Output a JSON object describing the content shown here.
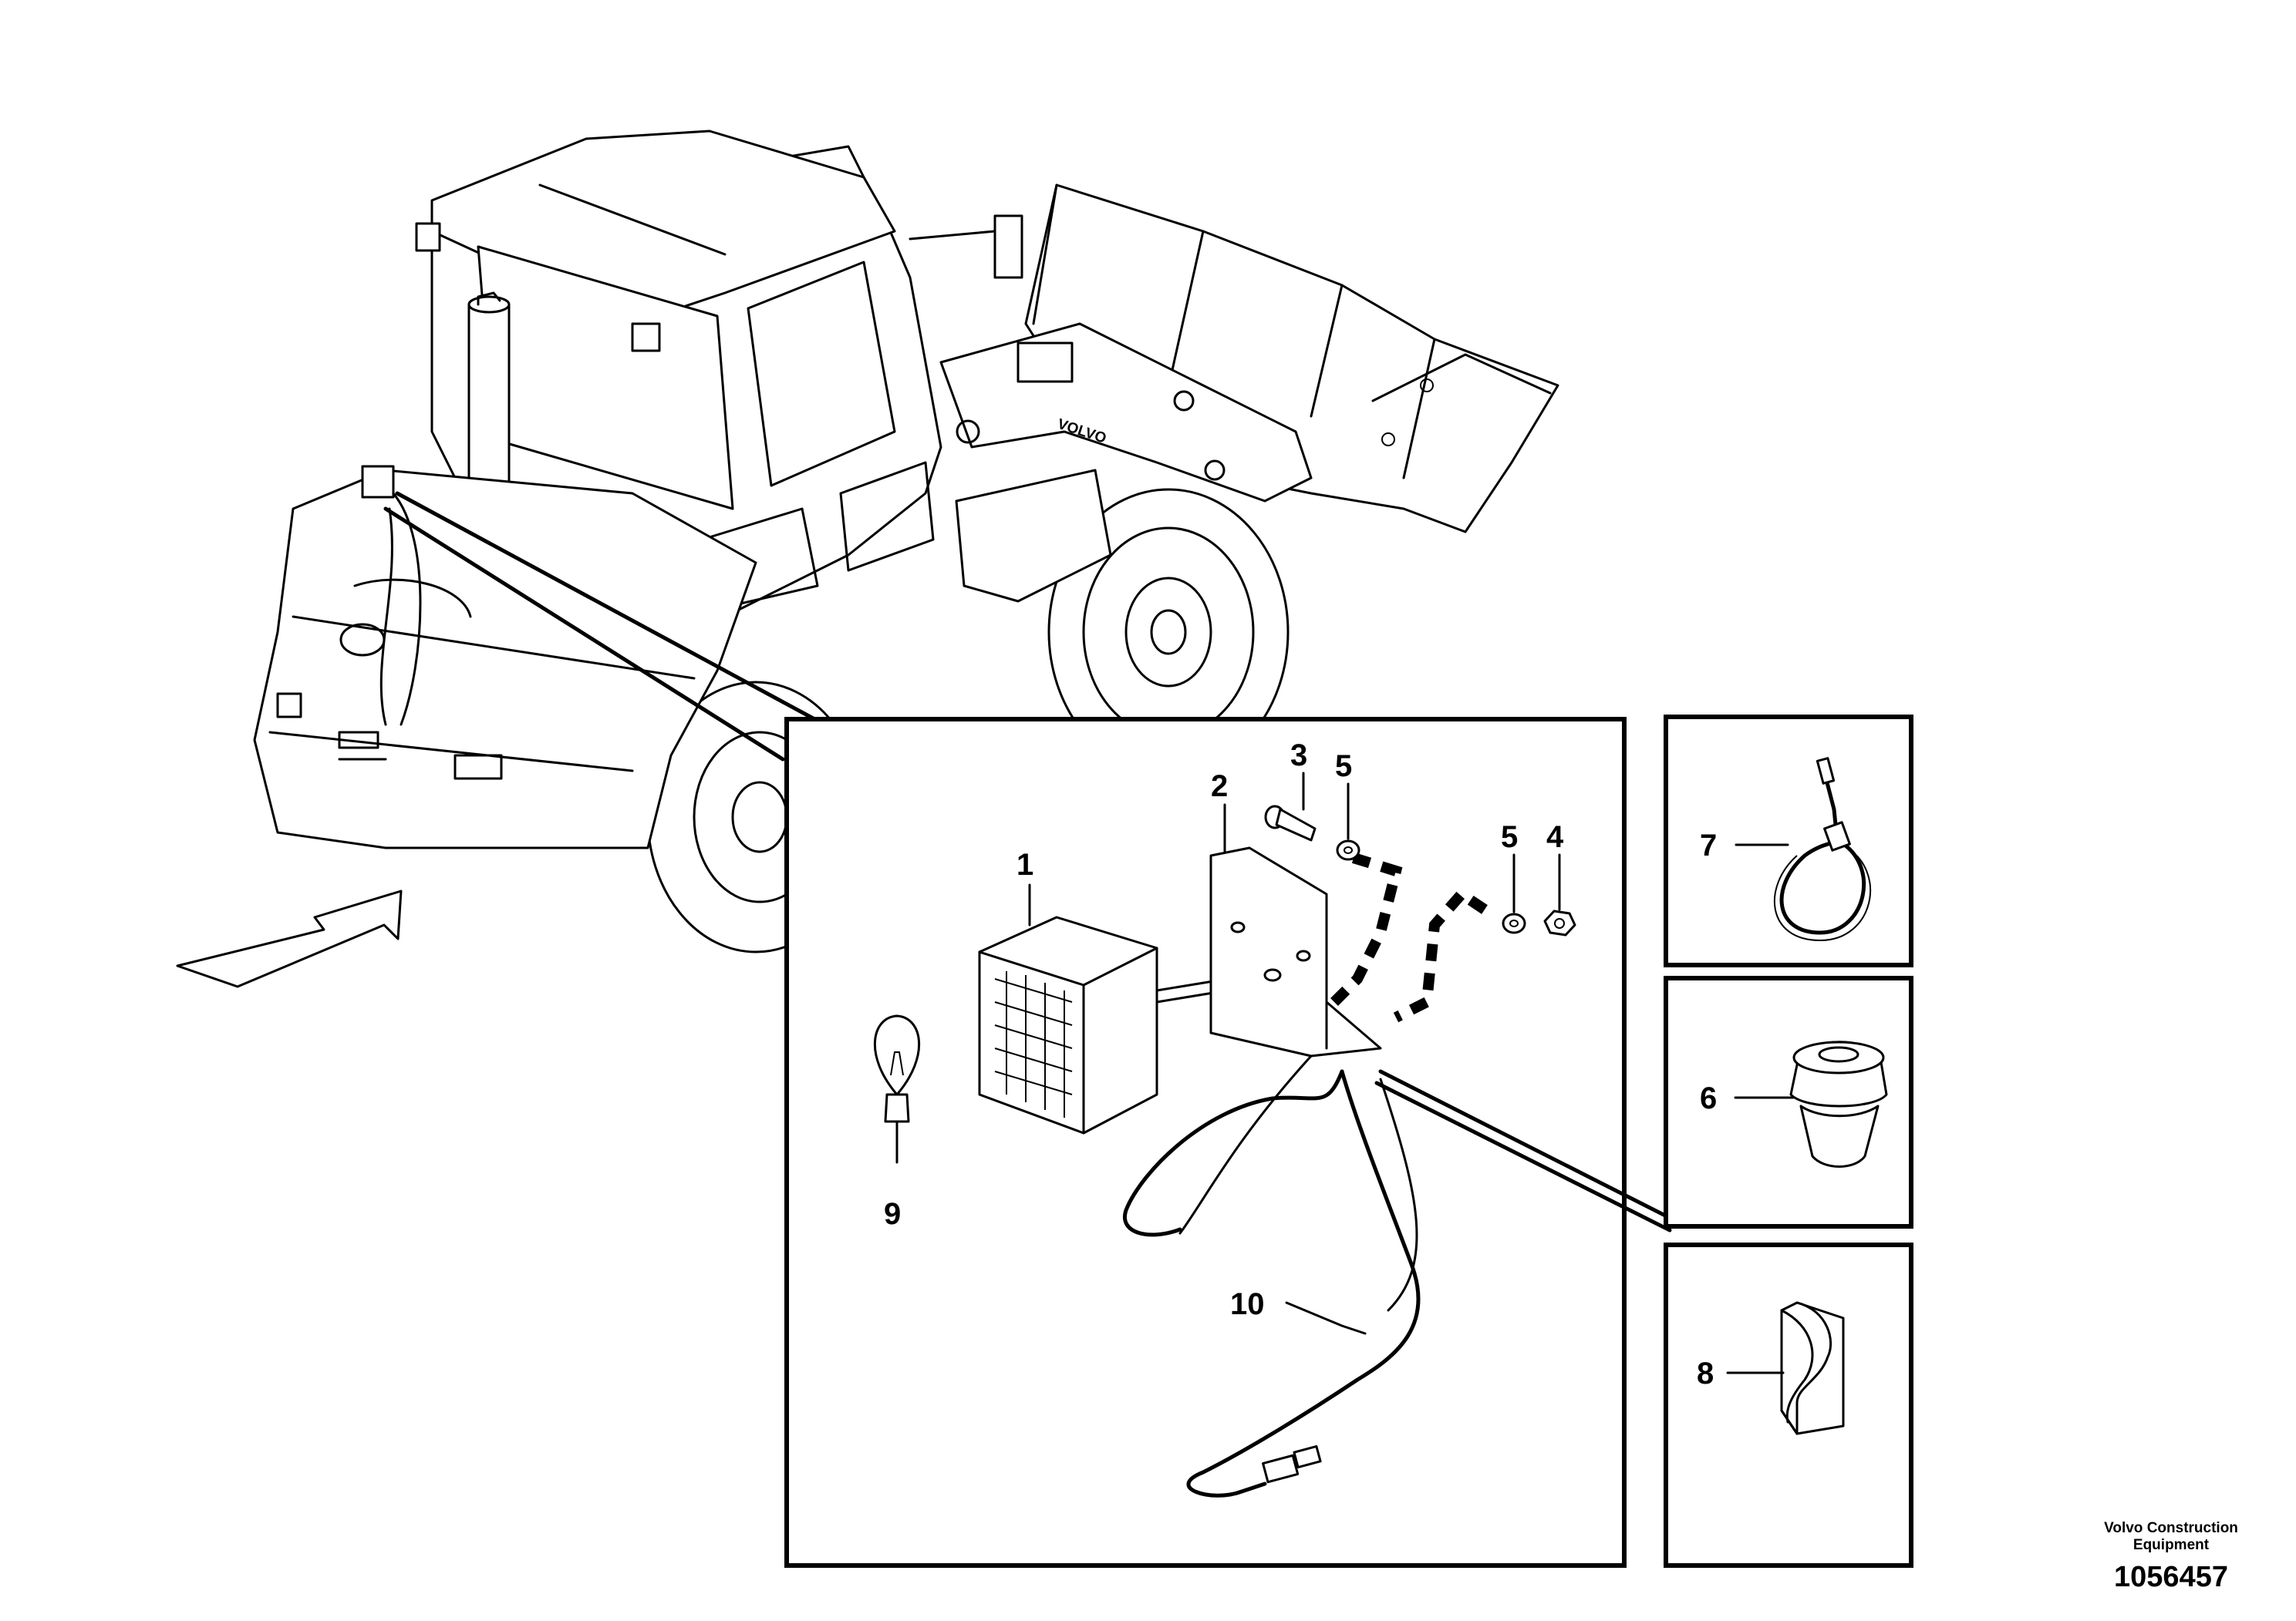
{
  "callouts": {
    "c1": "1",
    "c2": "2",
    "c3": "3",
    "c4": "4",
    "c5a": "5",
    "c5b": "5",
    "c6": "6",
    "c7": "7",
    "c8": "8",
    "c9": "9",
    "c10": "10"
  },
  "footer": {
    "brand_line1": "Volvo Construction",
    "brand_line2": "Equipment",
    "doc_number": "1056457"
  },
  "machine": {
    "body_lettering": "VOLVO"
  },
  "icons": {
    "view_arrow": "view-direction-arrow-icon",
    "work_lamp": "work-lamp-icon",
    "bulb": "bulb-icon"
  }
}
